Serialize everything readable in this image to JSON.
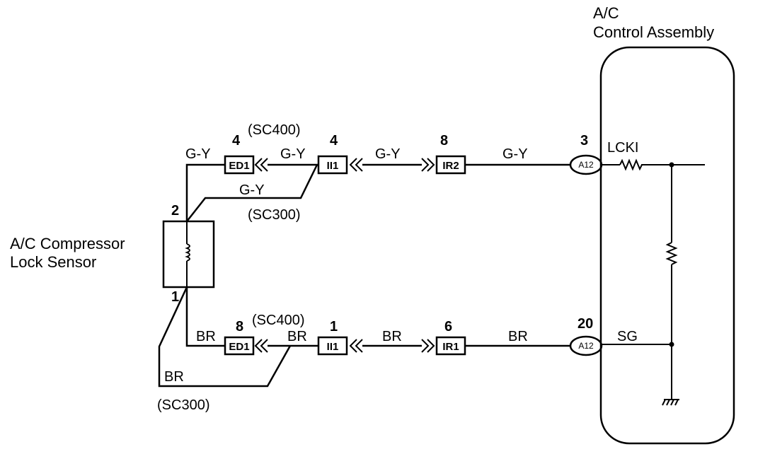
{
  "assembly": {
    "title_line1": "A/C",
    "title_line2": "Control Assembly"
  },
  "sensor": {
    "line1": "A/C Compressor",
    "line2": "Lock Sensor",
    "pin_top": "2",
    "pin_bottom": "1"
  },
  "top_circuit": {
    "ed1": {
      "pin": "4",
      "label": "ED1",
      "variant": "(SC400)"
    },
    "ii1": {
      "pin": "4",
      "label": "II1"
    },
    "ir2": {
      "pin": "8",
      "label": "IR2"
    },
    "a12": {
      "pin": "3",
      "label": "A12"
    },
    "wire_color": "G-Y",
    "variant_alt": "(SC300)",
    "signal": "LCKI"
  },
  "bottom_circuit": {
    "ed1": {
      "pin": "8",
      "label": "ED1",
      "variant": "(SC400)"
    },
    "ii1": {
      "pin": "1",
      "label": "II1"
    },
    "ir1": {
      "pin": "6",
      "label": "IR1"
    },
    "a12": {
      "pin": "20",
      "label": "A12"
    },
    "wire_color": "BR",
    "variant_alt": "(SC300)",
    "signal": "SG"
  }
}
